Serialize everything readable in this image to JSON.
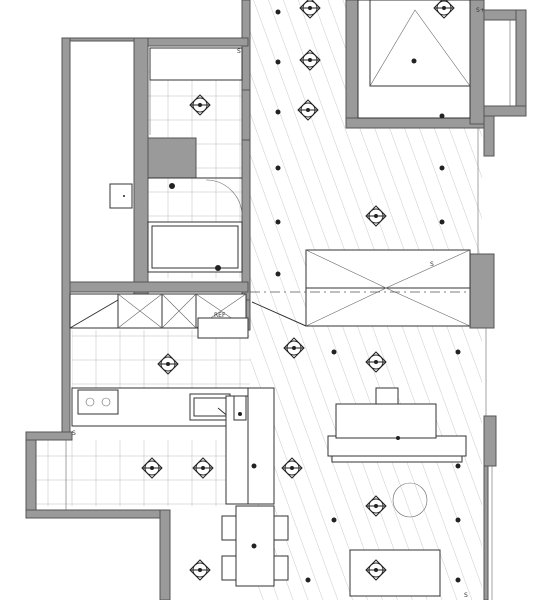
{
  "labels": {
    "fridge": "REF",
    "switch": "S",
    "switch_pair": "S+",
    "area_tag": "S"
  },
  "colors": {
    "wall": "#9a9a9a",
    "line": "#333333",
    "hatch": "#bdbdbd",
    "background": "#ffffff"
  },
  "symbols": {
    "ceiling_light": "ceiling-light-icon",
    "recessed_light": "recessed-light-icon",
    "pendant_light": "pendant-light-icon"
  }
}
